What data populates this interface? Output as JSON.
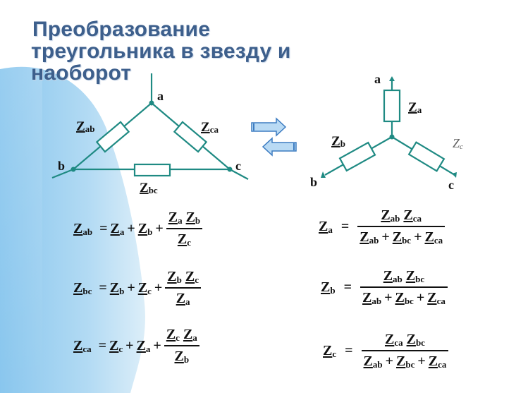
{
  "title": {
    "line1": "Преобразование",
    "line2": "треугольника в звезду и",
    "line3": "наоборот"
  },
  "colors": {
    "title": "#3d5f8c",
    "accent_bg": "#8ec7ee",
    "arrow_fill": "#b9daf4",
    "arrow_stroke": "#3d7cc1",
    "line": "#1f8a83",
    "wire_fill": "#ffffff"
  },
  "triangle": {
    "node_a": "a",
    "node_b": "b",
    "node_c": "c",
    "z_ab": {
      "main": "Z",
      "sub": "ab"
    },
    "z_ca": {
      "main": "Z",
      "sub": "ca"
    },
    "z_bc": {
      "main": "Z",
      "sub": "bc"
    }
  },
  "star": {
    "node_a": "a",
    "node_b": "b",
    "node_c": "c",
    "z_a": {
      "main": "Z",
      "sub": "a"
    },
    "z_b": {
      "main": "Z",
      "sub": "b"
    },
    "z_c_label": "Z",
    "z_c_sub": "c"
  },
  "icons": [
    "arrow-right-icon",
    "arrow-left-icon"
  ],
  "formulas_delta": [
    {
      "lhs": "Z",
      "lhs_sub": "ab",
      "t1": "Z",
      "t1_sub": "a",
      "t2": "Z",
      "t2_sub": "b",
      "num1": "Z",
      "num1_sub": "a",
      "num2": "Z",
      "num2_sub": "b",
      "den": "Z",
      "den_sub": "c"
    },
    {
      "lhs": "Z",
      "lhs_sub": "bc",
      "t1": "Z",
      "t1_sub": "b",
      "t2": "Z",
      "t2_sub": "c",
      "num1": "Z",
      "num1_sub": "b",
      "num2": "Z",
      "num2_sub": "c",
      "den": "Z",
      "den_sub": "a"
    },
    {
      "lhs": "Z",
      "lhs_sub": "ca",
      "t1": "Z",
      "t1_sub": "c",
      "t2": "Z",
      "t2_sub": "a",
      "num1": "Z",
      "num1_sub": "c",
      "num2": "Z",
      "num2_sub": "a",
      "den": "Z",
      "den_sub": "b"
    }
  ],
  "formulas_star": [
    {
      "lhs": "Z",
      "lhs_sub": "a",
      "num1": "Z",
      "num1_sub": "ab",
      "num2": "Z",
      "num2_sub": "ca",
      "d1": "Z",
      "d1_sub": "ab",
      "d2": "Z",
      "d2_sub": "bc",
      "d3": "Z",
      "d3_sub": "ca"
    },
    {
      "lhs": "Z",
      "lhs_sub": "b",
      "num1": "Z",
      "num1_sub": "ab",
      "num2": "Z",
      "num2_sub": "bc",
      "d1": "Z",
      "d1_sub": "ab",
      "d2": "Z",
      "d2_sub": "bc",
      "d3": "Z",
      "d3_sub": "ca"
    },
    {
      "lhs": "Z",
      "lhs_sub": "c",
      "num1": "Z",
      "num1_sub": "ca",
      "num2": "Z",
      "num2_sub": "bc",
      "d1": "Z",
      "d1_sub": "ab",
      "d2": "Z",
      "d2_sub": "bc",
      "d3": "Z",
      "d3_sub": "ca"
    }
  ],
  "ops": {
    "eq": "=",
    "plus": "+"
  }
}
